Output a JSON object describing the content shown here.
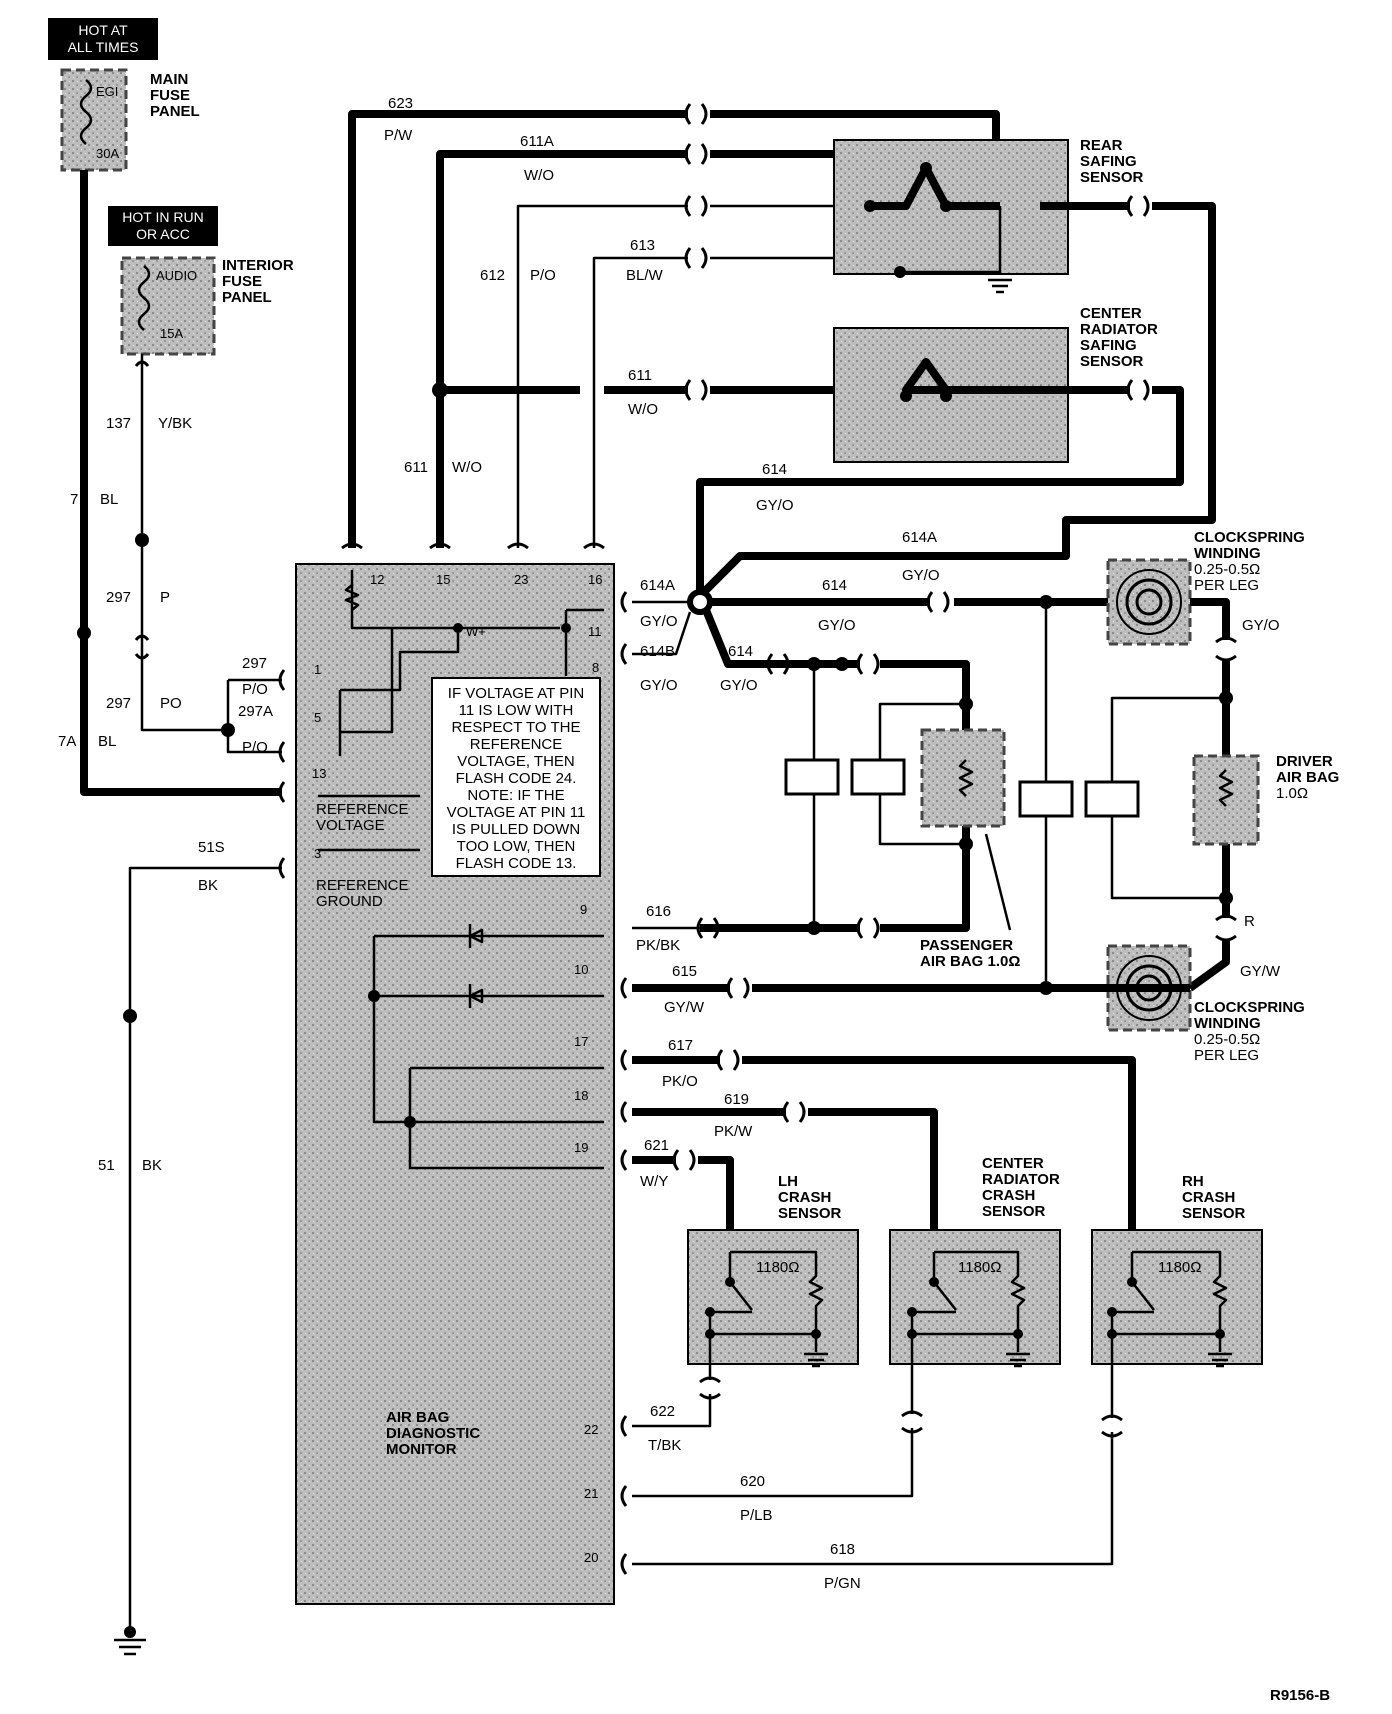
{
  "power": {
    "hot_at_all_times": [
      "HOT AT",
      "ALL TIMES"
    ],
    "hot_in_run": [
      "HOT IN RUN",
      "OR ACC"
    ],
    "main_fuse_panel": [
      "MAIN",
      "FUSE",
      "PANEL"
    ],
    "main_fuse_name": "EGI",
    "main_fuse_rating": "30A",
    "interior_fuse_panel": [
      "INTERIOR",
      "FUSE",
      "PANEL"
    ],
    "interior_fuse_name": "AUDIO",
    "interior_fuse_rating": "15A"
  },
  "wires": {
    "w623": "623",
    "c623": "P/W",
    "w611a": "611A",
    "c611a": "W/O",
    "w612": "612",
    "c612": "P/O",
    "w613": "613",
    "c613": "BL/W",
    "w611": "611",
    "c611": "W/O",
    "w611v": "611",
    "c611v": "W/O",
    "w614top": "614",
    "c614top": "GY/O",
    "w614a_top": "614A",
    "c614a_top": "GY/O",
    "w614mid": "614",
    "c614mid": "GY/O",
    "w614a_pin": "614A",
    "c614a_pin": "GY/O",
    "w614b": "614B",
    "c614b": "GY/O",
    "w614low": "614",
    "c614low": "GY/O",
    "c_driver_top": "GY/O",
    "c_driver_r": "R",
    "c_gyw": "GY/W",
    "w137": "137",
    "c137": "Y/BK",
    "w7": "7",
    "c7": "BL",
    "w297": "297",
    "c297": "P",
    "w297b": "297",
    "c297b": "PO",
    "w297p": "297",
    "c297p": "P/O",
    "w297a": "297A",
    "c297a": "P/O",
    "w7a": "7A",
    "c7a": "BL",
    "w51s": "51S",
    "c51s": "BK",
    "w51": "51",
    "c51": "BK",
    "w616": "616",
    "c616": "PK/BK",
    "w615": "615",
    "c615": "GY/W",
    "w617": "617",
    "c617": "PK/O",
    "w619": "619",
    "c619": "PK/W",
    "w621": "621",
    "c621": "W/Y",
    "w622": "622",
    "c622": "T/BK",
    "w620": "620",
    "c620": "P/LB",
    "w618": "618",
    "c618": "P/GN"
  },
  "components": {
    "rear_safing": [
      "REAR",
      "SAFING",
      "SENSOR"
    ],
    "center_safing": [
      "CENTER",
      "RADIATOR",
      "SAFING",
      "SENSOR"
    ],
    "clockspring_top": [
      "CLOCKSPRING",
      "WINDING",
      "0.25-0.5Ω",
      "PER LEG"
    ],
    "clockspring_bottom": [
      "CLOCKSPRING",
      "WINDING",
      "0.25-0.5Ω",
      "PER LEG"
    ],
    "driver_airbag": [
      "DRIVER",
      "AIR BAG",
      "1.0Ω"
    ],
    "passenger_airbag": [
      "PASSENGER",
      "AIR BAG 1.0Ω"
    ],
    "lh_crash": [
      "LH",
      "CRASH",
      "SENSOR"
    ],
    "center_crash": [
      "CENTER",
      "RADIATOR",
      "CRASH",
      "SENSOR"
    ],
    "rh_crash": [
      "RH",
      "CRASH",
      "SENSOR"
    ],
    "crash_resistance": "1180Ω",
    "monitor": [
      "AIR BAG",
      "DIAGNOSTIC",
      "MONITOR"
    ],
    "ref_voltage": [
      "REFERENCE",
      "VOLTAGE"
    ],
    "ref_ground": [
      "REFERENCE",
      "GROUND"
    ],
    "wplus": "W+"
  },
  "pins": {
    "p12": "12",
    "p15": "15",
    "p23": "23",
    "p16": "16",
    "p11": "11",
    "p8": "8",
    "p1": "1",
    "p5": "5",
    "p13": "13",
    "p3": "3",
    "p9": "9",
    "p10": "10",
    "p17": "17",
    "p18": "18",
    "p19": "19",
    "p22": "22",
    "p21": "21",
    "p20": "20"
  },
  "note": [
    "IF VOLTAGE AT PIN",
    "11 IS LOW WITH",
    "RESPECT TO THE",
    "REFERENCE",
    "VOLTAGE, THEN",
    "FLASH CODE 24.",
    "NOTE: IF THE",
    "VOLTAGE AT PIN 11",
    "IS PULLED DOWN",
    "TOO LOW, THEN",
    "FLASH CODE 13."
  ],
  "figure_id": "R9156-B"
}
